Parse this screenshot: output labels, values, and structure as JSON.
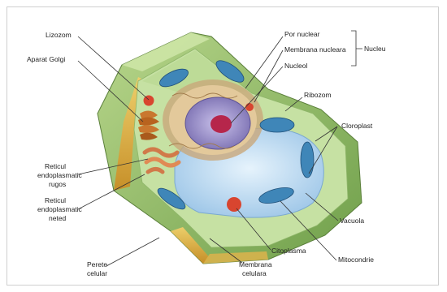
{
  "diagram": {
    "labels": {
      "lizozom": "Lizozom",
      "aparat_golgi": "Aparat Golgi",
      "reticul_rugos_1": "Reticul",
      "reticul_rugos_2": "endoplasmatic",
      "reticul_rugos_3": "rugos",
      "reticul_neted_1": "Reticul",
      "reticul_neted_2": "endoplasmatic",
      "reticul_neted_3": "neted",
      "perete_1": "Perete",
      "perete_2": "celular",
      "por_nuclear": "Por nuclear",
      "membrana_nucleara": "Membrana nucleara",
      "nucleol": "Nucleol",
      "nucleu": "Nucleu",
      "ribozom": "Ribozom",
      "cloroplast": "Cloroplast",
      "vacuola": "Vacuola",
      "mitocondrie": "Mitocondrie",
      "citoplasma": "Citoplasma",
      "membrana_celulara_1": "Membrana",
      "membrana_celulara_2": "celulara"
    },
    "colors": {
      "cell_wall": "#9cbf6e",
      "wall_inner": "#e8b84a",
      "cytoplasm": "#bfdc9a",
      "vacuole": "#cfe6f7",
      "chloroplast": "#3f86b8",
      "nucleus": "#9a8fc9",
      "nucleolus": "#b6264b",
      "golgi": "#c9772f",
      "lysosome": "#d8452f"
    }
  }
}
